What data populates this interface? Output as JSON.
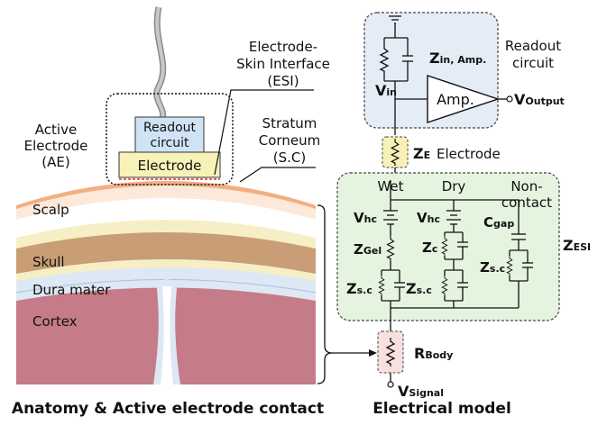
{
  "left": {
    "caption": "Anatomy & Active electrode contact",
    "active_electrode": [
      "Active",
      "Electrode",
      "(AE)"
    ],
    "esi": [
      "Electrode-",
      "Skin Interface",
      "(ESI)"
    ],
    "stratum": [
      "Stratum",
      "Corneum",
      "(S.C)"
    ],
    "readout": [
      "Readout",
      "circuit"
    ],
    "electrode": "Electrode",
    "layers": {
      "scalp": "Scalp",
      "skull": "Skull",
      "dura": "Dura mater",
      "cortex": "Cortex"
    }
  },
  "right": {
    "caption": "Electrical model",
    "readout_label": [
      "Readout",
      "circuit"
    ],
    "z_in_main": "Z",
    "z_in_sub": "in, Amp.",
    "v_in_main": "V",
    "v_in_sub": "in",
    "amp": "Amp.",
    "v_out_main": "V",
    "v_out_sub": "Output",
    "z_e_main": "Z",
    "z_e_sub": "E",
    "electrode": "Electrode",
    "wet": "Wet",
    "dry": "Dry",
    "noncontact": [
      "Non-",
      "contact"
    ],
    "vhc_main": "V",
    "vhc_sub": "hc",
    "zgel_main": "Z",
    "zgel_sub": "Gel",
    "zc_main": "Z",
    "zc_sub": "c",
    "cgap_main": "C",
    "cgap_sub": "gap",
    "zsc_main": "Z",
    "zsc_sub": "s.c",
    "zesi_main": "Z",
    "zesi_sub": "ESI",
    "rbody_main": "R",
    "rbody_sub": "Body",
    "vsig_main": "V",
    "vsig_sub": "Signal"
  }
}
